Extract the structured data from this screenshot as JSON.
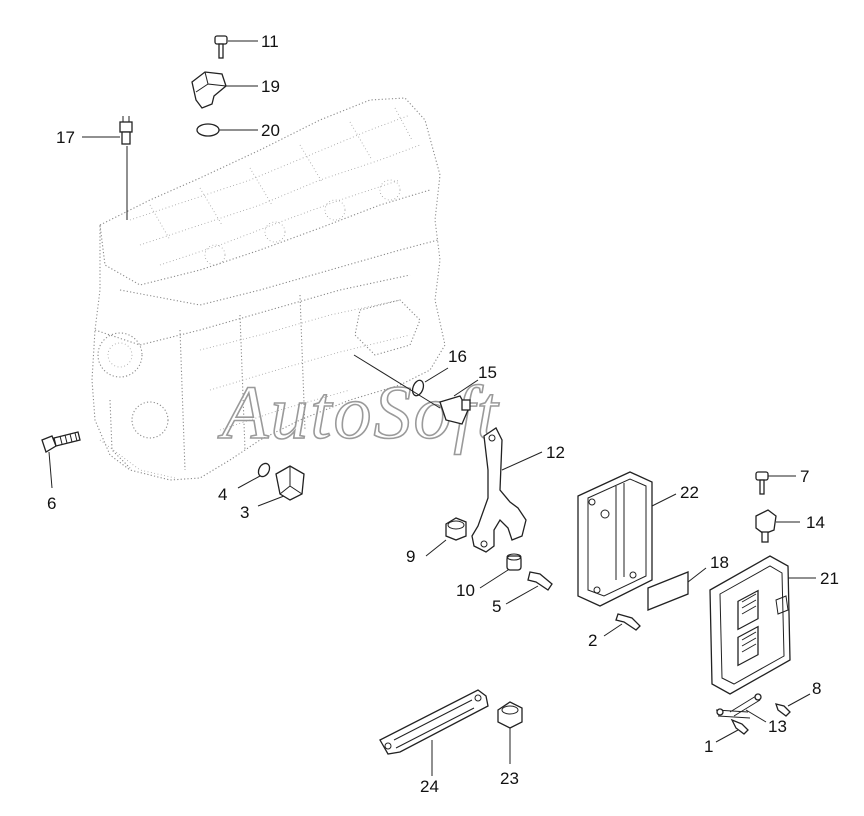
{
  "watermark": "AutoSoft",
  "labels": {
    "p1": "1",
    "p2": "2",
    "p3": "3",
    "p4": "4",
    "p5": "5",
    "p6": "6",
    "p7": "7",
    "p8": "8",
    "p9": "9",
    "p10": "10",
    "p11": "11",
    "p12": "12",
    "p13": "13",
    "p14": "14",
    "p15": "15",
    "p16": "16",
    "p17": "17",
    "p18": "18",
    "p19": "19",
    "p20": "20",
    "p21": "21",
    "p22": "22",
    "p23": "23",
    "p24": "24"
  }
}
